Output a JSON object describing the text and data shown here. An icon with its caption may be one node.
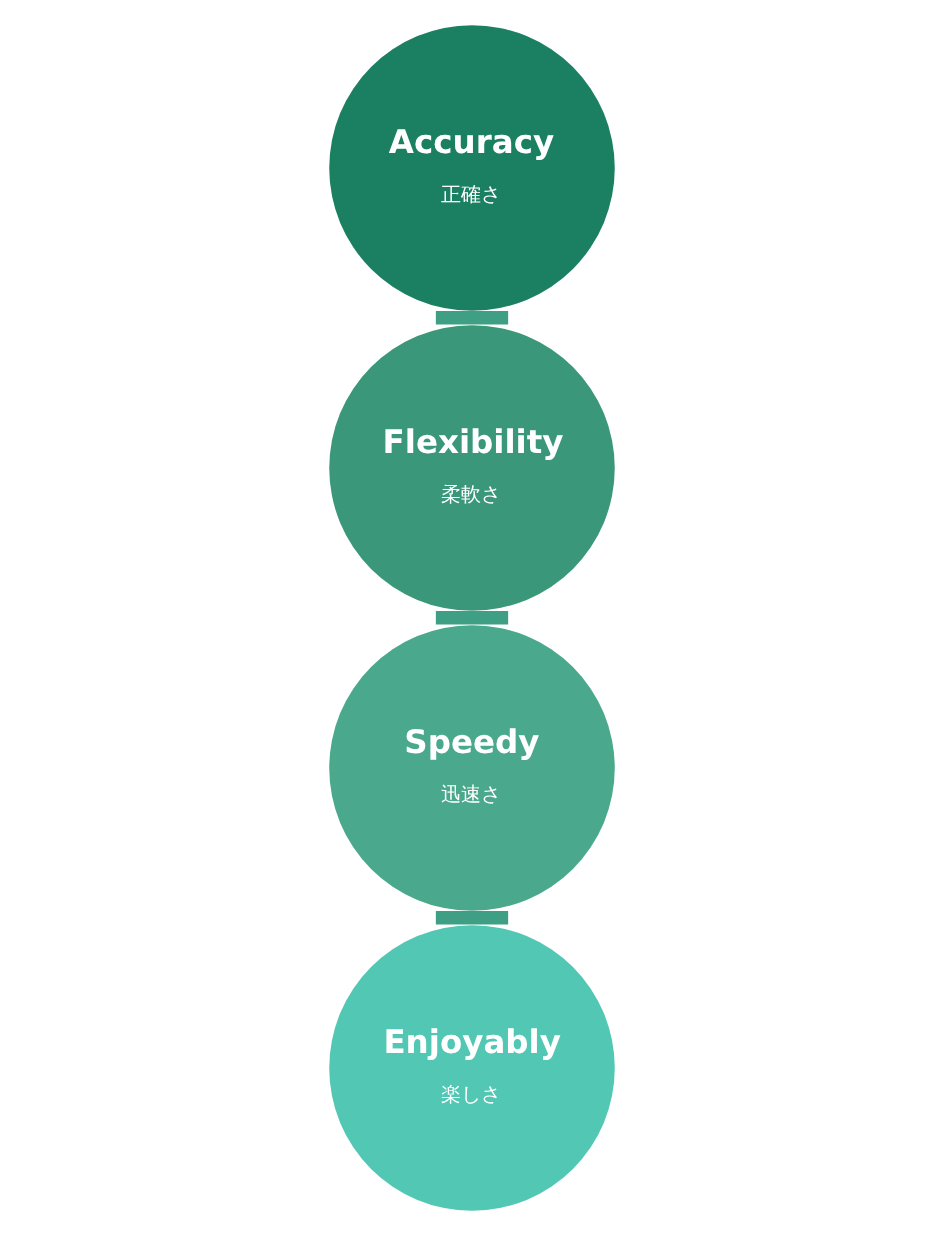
{
  "diagram": {
    "nodes": [
      {
        "text": [
          "Accuracy",
          "正確さ"
        ]
      },
      {
        "text": [
          "Flexibility",
          "柔軟さ"
        ]
      },
      {
        "text": [
          "Speedy",
          "迅速さ"
        ]
      },
      {
        "text": [
          "Enjoyably",
          "楽しさ"
        ]
      }
    ],
    "edges": [
      {
        "from": 0,
        "to": 1,
        "arrow": "none"
      },
      {
        "from": 1,
        "to": 2,
        "arrow": "none"
      },
      {
        "from": 2,
        "to": 3,
        "arrow": "none"
      }
    ]
  }
}
